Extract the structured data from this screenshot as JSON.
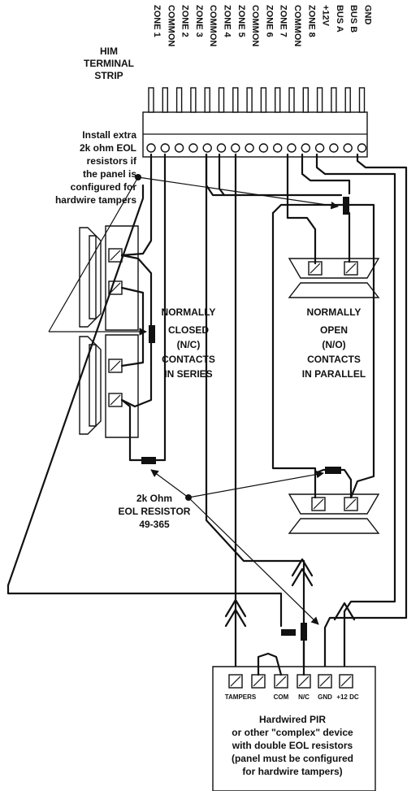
{
  "terminal_strip": {
    "title_lines": [
      "HIM",
      "TERMINAL",
      "STRIP"
    ],
    "terminals": [
      "ZONE 1",
      "COMMON",
      "ZONE 2",
      "ZONE 3",
      "COMMON",
      "ZONE 4",
      "ZONE 5",
      "COMMON",
      "ZONE 6",
      "ZONE 7",
      "COMMON",
      "ZONE 8",
      "+12V",
      "BUS A",
      "BUS B",
      "GND"
    ]
  },
  "eol_note": {
    "lines": [
      "Install extra",
      "2k ohm EOL",
      "resistors if",
      "the panel is",
      "configured for",
      "hardwire tampers"
    ]
  },
  "nc_group": {
    "lines": [
      "NORMALLY",
      "CLOSED",
      "(N/C)",
      "CONTACTS",
      "IN SERIES"
    ]
  },
  "no_group": {
    "lines": [
      "NORMALLY",
      "OPEN",
      "(N/O)",
      "CONTACTS",
      "IN PARALLEL"
    ]
  },
  "resistor_note": {
    "lines": [
      "2k Ohm",
      "EOL RESISTOR",
      "49-365"
    ]
  },
  "pir": {
    "terminals": [
      "TAMPERS",
      "COM",
      "N/C",
      "GND",
      "+12 DC"
    ],
    "description_lines": [
      "Hardwired PIR",
      "or other \"complex\" device",
      "with double EOL resistors",
      "(panel must be configured",
      "for hardwire tampers)"
    ]
  }
}
